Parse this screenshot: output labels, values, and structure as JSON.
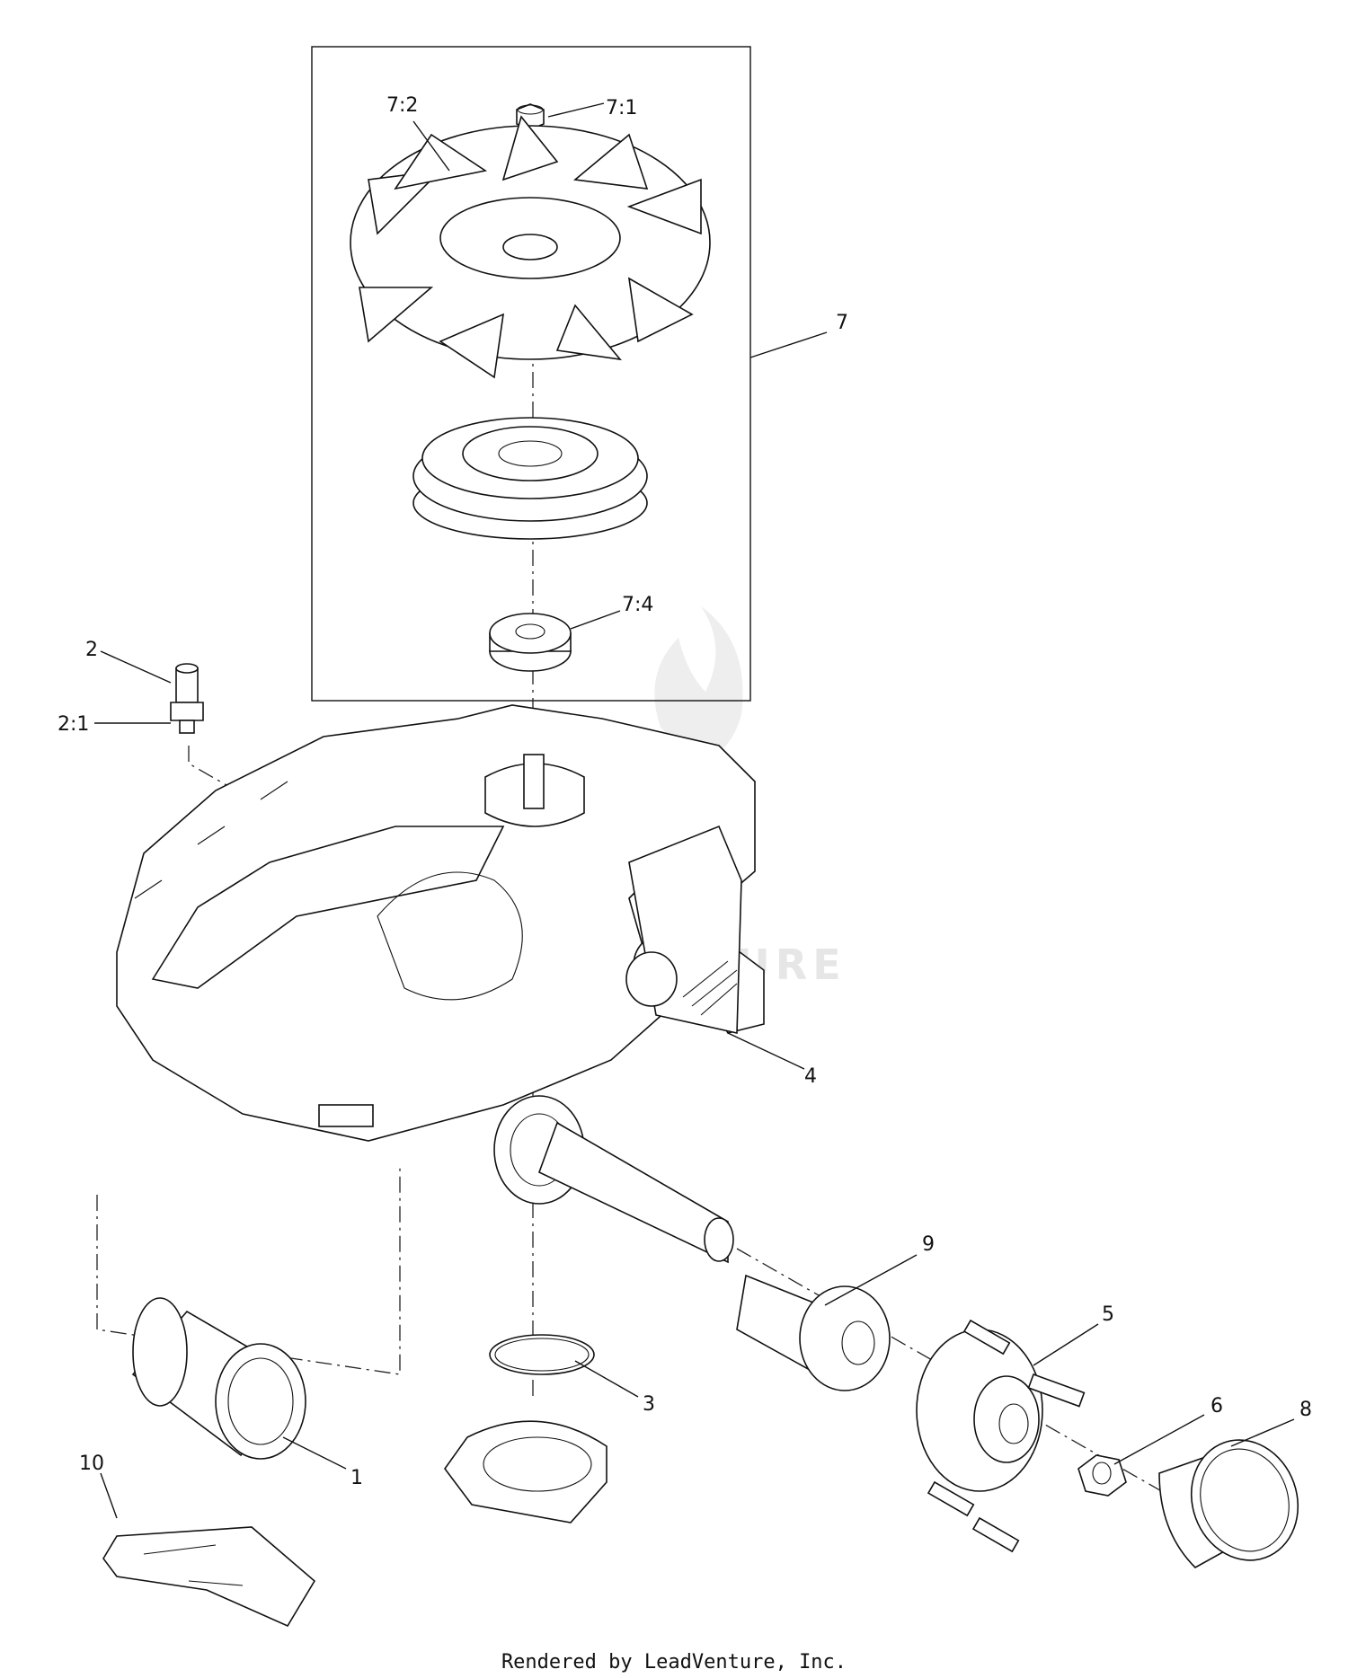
{
  "callouts": {
    "c7_1": "7:1",
    "c7_2": "7:2",
    "c7": "7",
    "c7_4": "7:4",
    "c2": "2",
    "c2_1": "2:1",
    "c4": "4",
    "c9": "9",
    "c5": "5",
    "c3": "3",
    "c6": "6",
    "c8": "8",
    "c1": "1",
    "c10": "10"
  },
  "watermark": "LEADVENTURE",
  "footer": "Rendered by LeadVenture, Inc."
}
